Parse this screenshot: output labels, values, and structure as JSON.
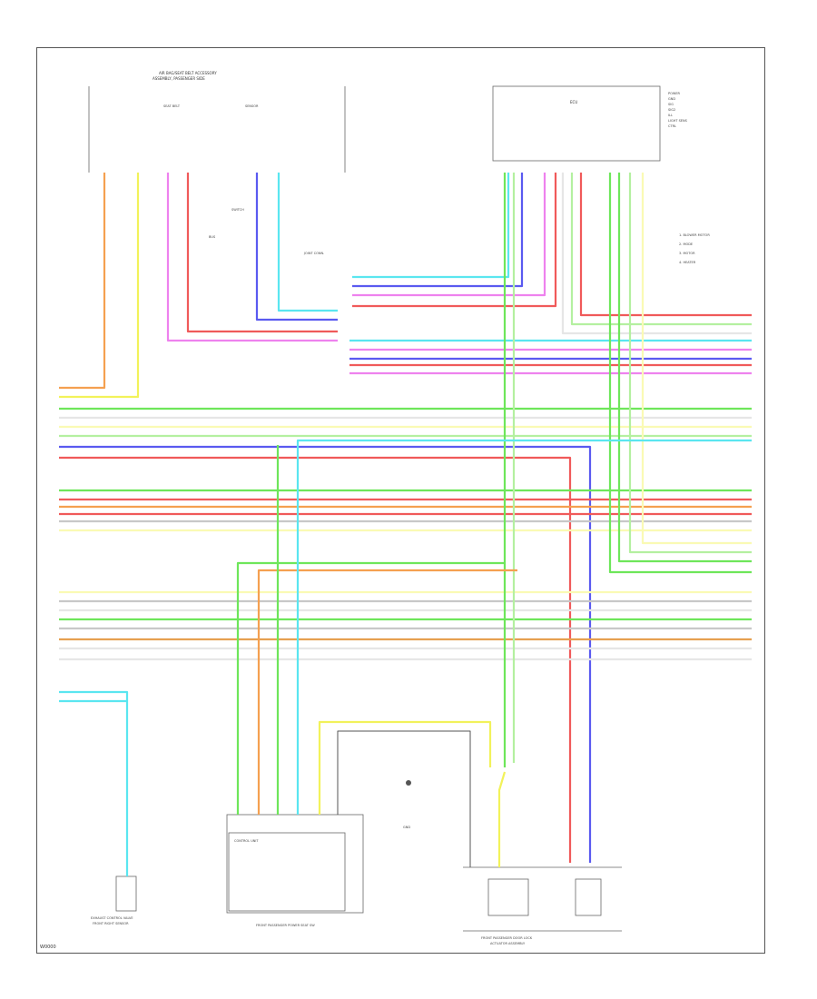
{
  "header": {
    "top_caption_1": "AIR BAG/SEAT BELT ACCESSORY",
    "top_caption_2": "ASSEMBLY, PASSENGER SIDE"
  },
  "components": {
    "ecu_box_label": "ECU",
    "ecu_side_labels": [
      "POWER",
      "GND",
      "SIG",
      "SIG2",
      "ILL",
      "LIGHT SENS",
      "CTRL"
    ],
    "connector_legend": [
      "1. BLOWER MOTOR",
      "2. MODE",
      "3. MOTOR",
      "4. HEATER"
    ],
    "left_switch_label": "SEAT BELT",
    "sensor_left": "SWITCH",
    "sensor_mid": "SENSOR",
    "bus_label": "BUS",
    "junction_left": "JOINT CONN.",
    "bottom_left_component": "EXHAUST CONTROL VALVE",
    "bottom_left_sub": "FRONT RIGHT SENSOR",
    "bottom_mid_component": "FRONT PASSENGER POWER SEAT SW",
    "bottom_mid_inner": "CONTROL UNIT",
    "ground_label": "GND",
    "bottom_right_component": "FRONT PASSENGER DOOR LOCK",
    "bottom_right_sub": "ACTUATOR ASSEMBLY",
    "page_id": "W0000"
  },
  "wire_colors": {
    "orange": "#f5a050",
    "yellow": "#f2f25a",
    "pink": "#ee82ee",
    "blue": "#5a5af0",
    "cyan": "#5ae6f0",
    "red": "#f05a5a",
    "green": "#6ee65a",
    "light_green": "#b4f0a0",
    "gray": "#c8c8c8",
    "light_gray": "#e6e6e6",
    "light_yellow": "#fafab4",
    "dark_orange": "#e6a050"
  }
}
